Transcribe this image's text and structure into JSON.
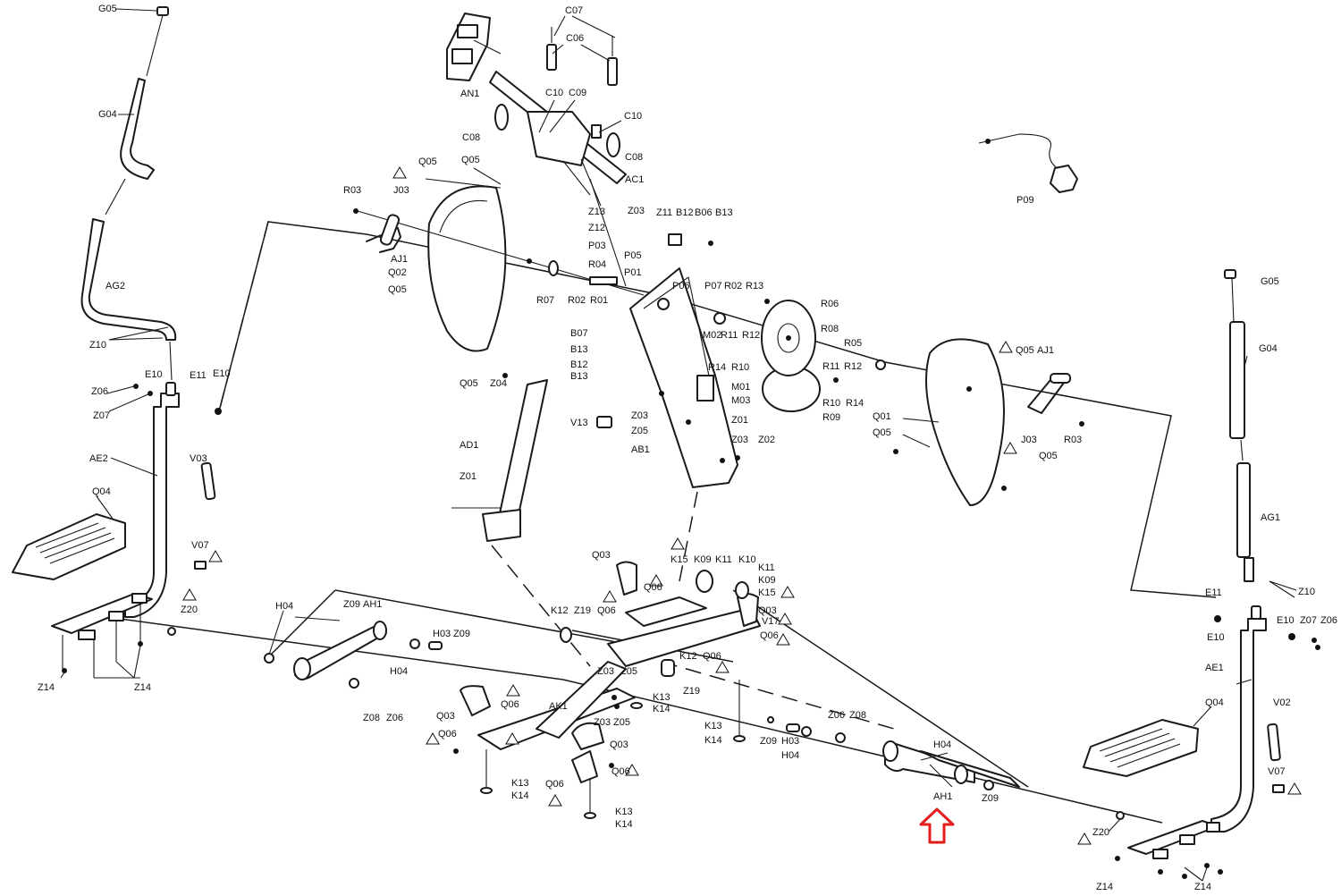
{
  "diagram": {
    "highlight": {
      "part": "AH1",
      "arrow_color": "#e11d1d"
    },
    "labels": [
      {
        "id": "l1",
        "text": "G05"
      },
      {
        "id": "l2",
        "text": "G04"
      },
      {
        "id": "l3",
        "text": "AG2"
      },
      {
        "id": "l4",
        "text": "Z10"
      },
      {
        "id": "l5",
        "text": "Z06"
      },
      {
        "id": "l6",
        "text": "E10"
      },
      {
        "id": "l7",
        "text": "E11"
      },
      {
        "id": "l8",
        "text": "E10"
      },
      {
        "id": "l9",
        "text": "Z07"
      },
      {
        "id": "l10",
        "text": "AE2"
      },
      {
        "id": "l11",
        "text": "V03"
      },
      {
        "id": "l12",
        "text": "Q04"
      },
      {
        "id": "l13",
        "text": "V07"
      },
      {
        "id": "l14",
        "text": "Z20"
      },
      {
        "id": "l15",
        "text": "Z14"
      },
      {
        "id": "l16",
        "text": "Z14"
      },
      {
        "id": "l17",
        "text": "H04"
      },
      {
        "id": "l18",
        "text": "Z09"
      },
      {
        "id": "l19",
        "text": "AH1"
      },
      {
        "id": "l20",
        "text": "H03"
      },
      {
        "id": "l21",
        "text": "Z09"
      },
      {
        "id": "l22",
        "text": "H04"
      },
      {
        "id": "l23",
        "text": "Z08"
      },
      {
        "id": "l24",
        "text": "Z06"
      },
      {
        "id": "l25",
        "text": "AN1"
      },
      {
        "id": "l26",
        "text": "C07"
      },
      {
        "id": "l27",
        "text": "C06"
      },
      {
        "id": "l28",
        "text": "C10"
      },
      {
        "id": "l29",
        "text": "C09"
      },
      {
        "id": "l30",
        "text": "C10"
      },
      {
        "id": "l31",
        "text": "C08"
      },
      {
        "id": "l32",
        "text": "C08"
      },
      {
        "id": "l33",
        "text": "AC1"
      },
      {
        "id": "l34",
        "text": "Z13"
      },
      {
        "id": "l35",
        "text": "P09"
      },
      {
        "id": "l36",
        "text": "Q05"
      },
      {
        "id": "l37",
        "text": "Q05"
      },
      {
        "id": "l38",
        "text": "R03"
      },
      {
        "id": "l39",
        "text": "J03"
      },
      {
        "id": "l40",
        "text": "AJ1"
      },
      {
        "id": "l41",
        "text": "Q02"
      },
      {
        "id": "l42",
        "text": "Q05"
      },
      {
        "id": "l43",
        "text": "R07"
      },
      {
        "id": "l44",
        "text": "R02"
      },
      {
        "id": "l45",
        "text": "R01"
      },
      {
        "id": "l46",
        "text": "Q05"
      },
      {
        "id": "l47",
        "text": "Z04"
      },
      {
        "id": "l48",
        "text": "Z03"
      },
      {
        "id": "l49",
        "text": "Z11"
      },
      {
        "id": "l50",
        "text": "B12"
      },
      {
        "id": "l51",
        "text": "B06"
      },
      {
        "id": "l52",
        "text": "B13"
      },
      {
        "id": "l53",
        "text": "Z12"
      },
      {
        "id": "l54",
        "text": "P03"
      },
      {
        "id": "l55",
        "text": "P05"
      },
      {
        "id": "l56",
        "text": "R04"
      },
      {
        "id": "l57",
        "text": "P01"
      },
      {
        "id": "l58",
        "text": "P06"
      },
      {
        "id": "l59",
        "text": "P07"
      },
      {
        "id": "l60",
        "text": "R02"
      },
      {
        "id": "l61",
        "text": "R13"
      },
      {
        "id": "l62",
        "text": "R06"
      },
      {
        "id": "l63",
        "text": "R08"
      },
      {
        "id": "l64",
        "text": "B07"
      },
      {
        "id": "l65",
        "text": "B13"
      },
      {
        "id": "l66",
        "text": "B12"
      },
      {
        "id": "l67",
        "text": "B13"
      },
      {
        "id": "l68",
        "text": "M02"
      },
      {
        "id": "l69",
        "text": "R11"
      },
      {
        "id": "l70",
        "text": "R12"
      },
      {
        "id": "l71",
        "text": "R14"
      },
      {
        "id": "l72",
        "text": "R10"
      },
      {
        "id": "l73",
        "text": "M01"
      },
      {
        "id": "l74",
        "text": "M03"
      },
      {
        "id": "l75",
        "text": "R11"
      },
      {
        "id": "l76",
        "text": "R12"
      },
      {
        "id": "l77",
        "text": "R10"
      },
      {
        "id": "l78",
        "text": "R14"
      },
      {
        "id": "l79",
        "text": "R09"
      },
      {
        "id": "l80",
        "text": "R05"
      },
      {
        "id": "l81",
        "text": "V13"
      },
      {
        "id": "l82",
        "text": "Z03"
      },
      {
        "id": "l83",
        "text": "Z05"
      },
      {
        "id": "l84",
        "text": "Z01"
      },
      {
        "id": "l85",
        "text": "AB1"
      },
      {
        "id": "l86",
        "text": "Z03"
      },
      {
        "id": "l87",
        "text": "Z02"
      },
      {
        "id": "l88",
        "text": "AD1"
      },
      {
        "id": "l89",
        "text": "Z01"
      },
      {
        "id": "l90",
        "text": "Q05"
      },
      {
        "id": "l91",
        "text": "AJ1"
      },
      {
        "id": "l92",
        "text": "Q01"
      },
      {
        "id": "l93",
        "text": "Q05"
      },
      {
        "id": "l94",
        "text": "J03"
      },
      {
        "id": "l95",
        "text": "R03"
      },
      {
        "id": "l96",
        "text": "Q05"
      },
      {
        "id": "l97",
        "text": "G05"
      },
      {
        "id": "l98",
        "text": "G04"
      },
      {
        "id": "l99",
        "text": "AG1"
      },
      {
        "id": "l100",
        "text": "Z10"
      },
      {
        "id": "l101",
        "text": "E11"
      },
      {
        "id": "l102",
        "text": "E10"
      },
      {
        "id": "l103",
        "text": "Z07"
      },
      {
        "id": "l104",
        "text": "Z06"
      },
      {
        "id": "l105",
        "text": "E10"
      },
      {
        "id": "l106",
        "text": "AE1"
      },
      {
        "id": "l107",
        "text": "Q04"
      },
      {
        "id": "l108",
        "text": "V02"
      },
      {
        "id": "l109",
        "text": "V07"
      },
      {
        "id": "l110",
        "text": "Z20"
      },
      {
        "id": "l111",
        "text": "Z14"
      },
      {
        "id": "l112",
        "text": "Z14"
      },
      {
        "id": "l113",
        "text": "Q03"
      },
      {
        "id": "l114",
        "text": "K15"
      },
      {
        "id": "l115",
        "text": "K09"
      },
      {
        "id": "l116",
        "text": "K11"
      },
      {
        "id": "l117",
        "text": "K10"
      },
      {
        "id": "l118",
        "text": "K11"
      },
      {
        "id": "l119",
        "text": "K09"
      },
      {
        "id": "l120",
        "text": "K15"
      },
      {
        "id": "l121",
        "text": "Q06"
      },
      {
        "id": "l122",
        "text": "K12"
      },
      {
        "id": "l123",
        "text": "Z19"
      },
      {
        "id": "l124",
        "text": "Q06"
      },
      {
        "id": "l125",
        "text": "Q03"
      },
      {
        "id": "l126",
        "text": "V17"
      },
      {
        "id": "l127",
        "text": "Q06"
      },
      {
        "id": "l128",
        "text": "K12"
      },
      {
        "id": "l129",
        "text": "Q06"
      },
      {
        "id": "l130",
        "text": "Z03"
      },
      {
        "id": "l131",
        "text": "Z05"
      },
      {
        "id": "l132",
        "text": "Z19"
      },
      {
        "id": "l133",
        "text": "K13"
      },
      {
        "id": "l134",
        "text": "K14"
      },
      {
        "id": "l135",
        "text": "AK1"
      },
      {
        "id": "l136",
        "text": "Z03"
      },
      {
        "id": "l137",
        "text": "Z05"
      },
      {
        "id": "l138",
        "text": "Q03"
      },
      {
        "id": "l139",
        "text": "Q03"
      },
      {
        "id": "l140",
        "text": "Q06"
      },
      {
        "id": "l141",
        "text": "Q06"
      },
      {
        "id": "l142",
        "text": "Q06"
      },
      {
        "id": "l143",
        "text": "Q06"
      },
      {
        "id": "l144",
        "text": "K13"
      },
      {
        "id": "l145",
        "text": "K14"
      },
      {
        "id": "l146",
        "text": "K13"
      },
      {
        "id": "l147",
        "text": "K14"
      },
      {
        "id": "l148",
        "text": "K13"
      },
      {
        "id": "l149",
        "text": "K14"
      },
      {
        "id": "l150",
        "text": "Z09"
      },
      {
        "id": "l151",
        "text": "H03"
      },
      {
        "id": "l152",
        "text": "H04"
      },
      {
        "id": "l153",
        "text": "Z06"
      },
      {
        "id": "l154",
        "text": "Z08"
      },
      {
        "id": "l155",
        "text": "H04"
      },
      {
        "id": "l156",
        "text": "AH1"
      },
      {
        "id": "l157",
        "text": "Z09"
      }
    ]
  }
}
